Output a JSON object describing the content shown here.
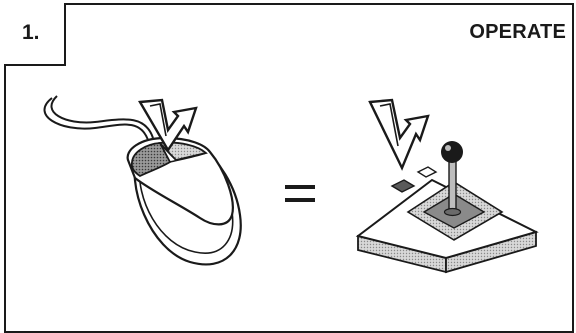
{
  "step": {
    "number": "1."
  },
  "heading": {
    "text": "OPERATE"
  },
  "illustration": {
    "left_device": "mouse",
    "operator": "=",
    "right_device": "joystick",
    "icons": [
      "mouse-icon",
      "cursor-arrow-icon",
      "equals-icon",
      "joystick-icon"
    ]
  }
}
